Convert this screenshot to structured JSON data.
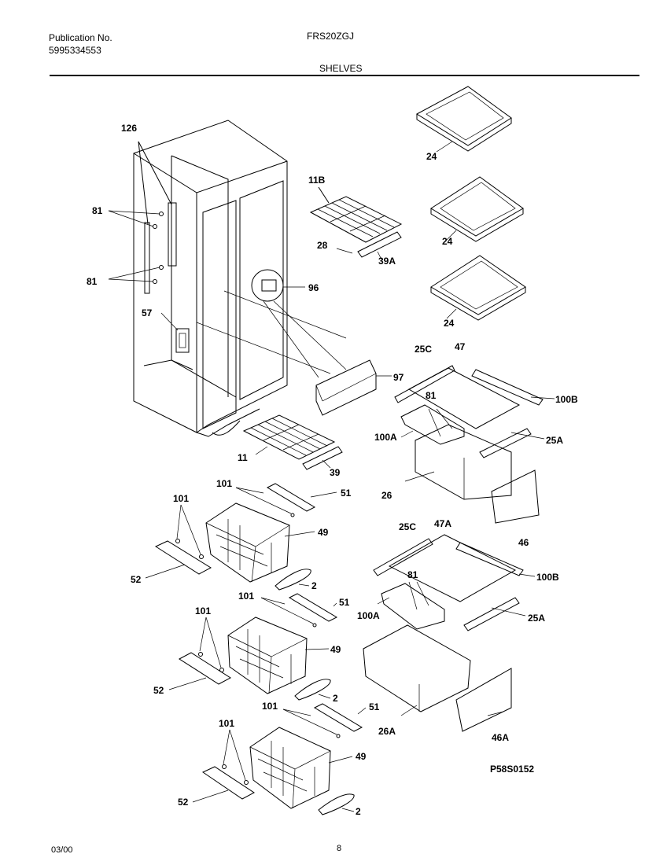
{
  "header": {
    "publication_label": "Publication No.",
    "publication_number": "5995334553",
    "model": "FRS20ZGJ",
    "section": "SHELVES"
  },
  "callouts": {
    "c126": "126",
    "c81a": "81",
    "c81b": "81",
    "c57": "57",
    "c96": "96",
    "c11B": "11B",
    "c28": "28",
    "c39A": "39A",
    "c97": "97",
    "c11": "11",
    "c39": "39",
    "c24a": "24",
    "c24b": "24",
    "c24c": "24",
    "c25C_1": "25C",
    "c47": "47",
    "c100B_1": "100B",
    "c81c": "81",
    "c100A_1": "100A",
    "c25A_1": "25A",
    "c26": "26",
    "c46": "46",
    "c101a": "101",
    "c51a": "51",
    "c101b": "101",
    "c49a": "49",
    "c52a": "52",
    "c2a": "2",
    "c25C_2": "25C",
    "c47A": "47A",
    "c100B_2": "100B",
    "c81d": "81",
    "c100A_2": "100A",
    "c25A_2": "25A",
    "c101c": "101",
    "c51b": "51",
    "c101d": "101",
    "c49b": "49",
    "c52b": "52",
    "c2b": "2",
    "c101e": "101",
    "c51c": "51",
    "c26A": "26A",
    "c46A": "46A",
    "c101f": "101",
    "c49c": "49",
    "c52c": "52",
    "c2c": "2"
  },
  "footer": {
    "figure_code": "P58S0152",
    "date": "03/00",
    "page": "8"
  }
}
